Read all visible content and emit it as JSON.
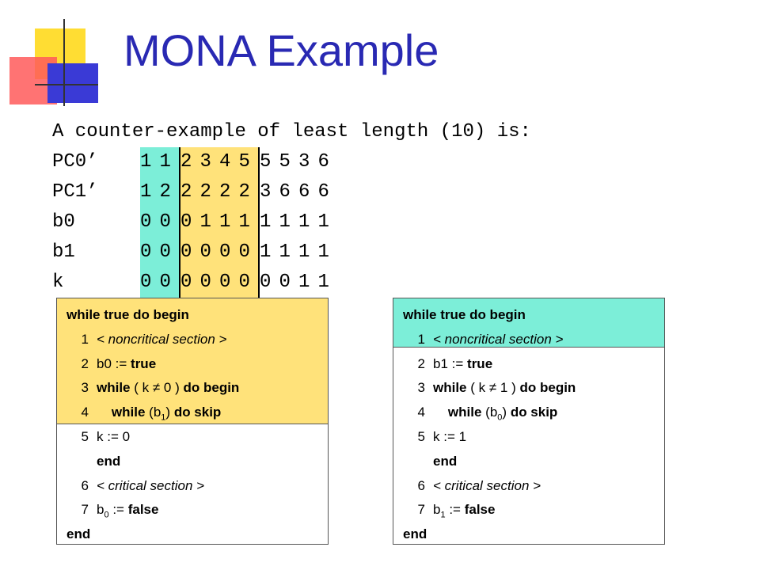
{
  "slide": {
    "title": "MONA Example",
    "heading": "A counter-example of least length (10) is:"
  },
  "trace": {
    "rows": [
      {
        "label": "PC0’",
        "values": [
          "1",
          "1",
          "2",
          "3",
          "4",
          "5",
          "5",
          "5",
          "3",
          "6"
        ]
      },
      {
        "label": "PC1’",
        "values": [
          "1",
          "2",
          "2",
          "2",
          "2",
          "2",
          "3",
          "6",
          "6",
          "6"
        ]
      },
      {
        "label": "b0",
        "values": [
          "0",
          "0",
          "0",
          "1",
          "1",
          "1",
          "1",
          "1",
          "1",
          "1"
        ]
      },
      {
        "label": "b1",
        "values": [
          "0",
          "0",
          "0",
          "0",
          "0",
          "0",
          "1",
          "1",
          "1",
          "1"
        ]
      },
      {
        "label": "k",
        "values": [
          "0",
          "0",
          "0",
          "0",
          "0",
          "0",
          "0",
          "0",
          "1",
          "1"
        ]
      }
    ]
  },
  "process_a": {
    "header_kw": "while true do begin",
    "noncrit": "< noncritical section >",
    "b_assign_var": "b0 :=",
    "b_assign_val": "true",
    "while_kw": "while",
    "while_cond": "( k ≠ 0 )",
    "do_begin": "do begin",
    "inner_while": "while",
    "inner_b": "(b",
    "inner_sub": "1",
    "inner_close": ")",
    "do_skip": "do skip",
    "k_assign": "k := 0",
    "end1": "end",
    "crit": "< critical section >",
    "b_reset_var": "b",
    "b_reset_sub": "0",
    "b_reset_assign": " :=",
    "b_reset_val": "false",
    "end2": "end",
    "nums": [
      "1",
      "2",
      "3",
      "4",
      "5",
      "6",
      "7"
    ]
  },
  "process_b": {
    "header_kw": "while true do begin",
    "noncrit": "< noncritical section >",
    "b_assign_var": "b1 :=",
    "b_assign_val": "true",
    "while_kw": "while",
    "while_cond": "( k ≠ 1 )",
    "do_begin": "do begin",
    "inner_while": "while",
    "inner_b": "(b",
    "inner_sub": "0",
    "inner_close": ")",
    "do_skip": "do skip",
    "k_assign": "k := 1",
    "end1": "end",
    "crit": "< critical section >",
    "b_reset_var": "b",
    "b_reset_sub": "1",
    "b_reset_assign": " :=",
    "b_reset_val": "false",
    "end2": "end",
    "nums": [
      "1",
      "2",
      "3",
      "4",
      "5",
      "6",
      "7"
    ]
  },
  "colors": {
    "title": "#2929b3",
    "highlight_cyan": "#7ceed8",
    "highlight_yellow": "#ffe27a"
  }
}
